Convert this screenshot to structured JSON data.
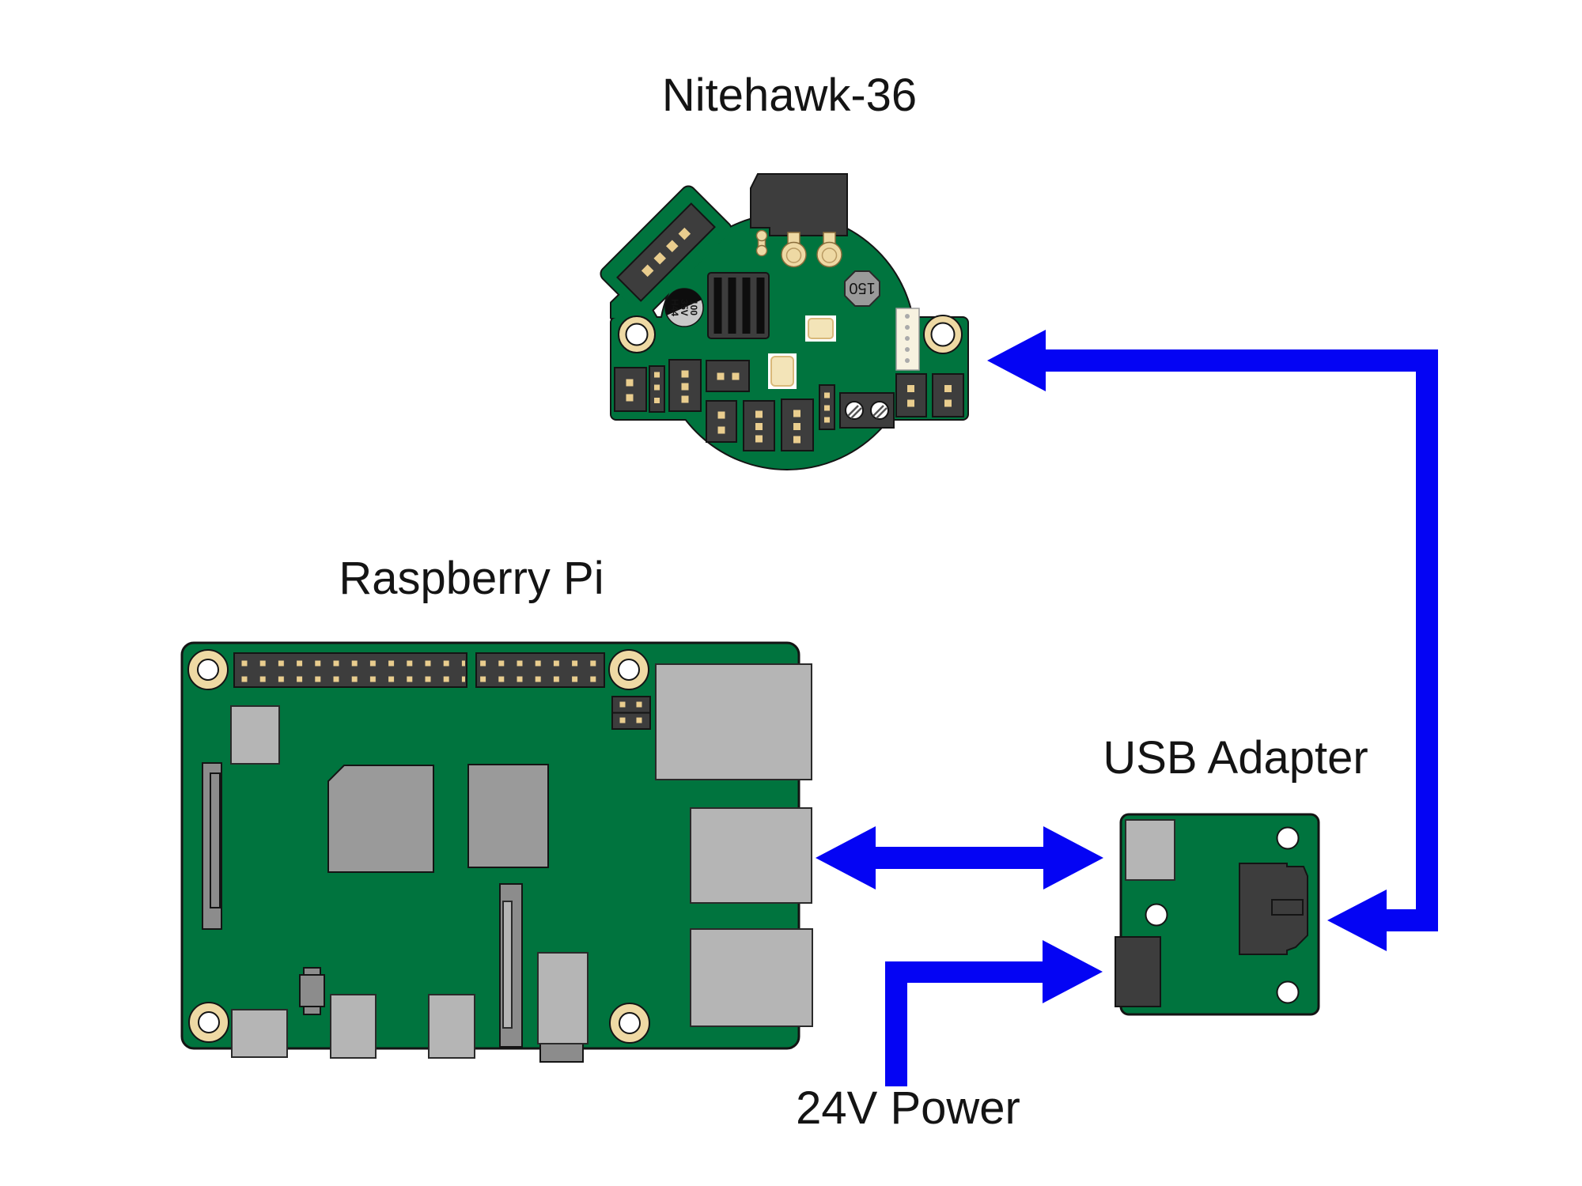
{
  "labels": {
    "nitehawk": "Nitehawk-36",
    "raspberry_pi": "Raspberry Pi",
    "usb_adapter": "USB Adapter",
    "power": "24V Power"
  },
  "components": {
    "nitehawk": {
      "inductor_value": "150",
      "capacitor_marking": [
        "100",
        "35V",
        "H44"
      ]
    }
  },
  "connections": [
    {
      "from": "USB Adapter",
      "to": "Nitehawk-36",
      "style": "one-way"
    },
    {
      "from": "Raspberry Pi",
      "to": "USB Adapter",
      "style": "two-way"
    },
    {
      "from": "24V Power",
      "to": "USB Adapter",
      "style": "one-way"
    }
  ],
  "colors": {
    "pcb_green": "#00743e",
    "arrow_blue": "#0404f4",
    "gold_pad": "#e9cd8e",
    "tan_ring": "#eed9a4",
    "dark_connector": "#3d3d3d",
    "chip_gray": "#9a9a9a",
    "port_gray": "#b5b5b5",
    "mid_gray": "#8c8c8c",
    "cream": "#f7f2e0"
  }
}
